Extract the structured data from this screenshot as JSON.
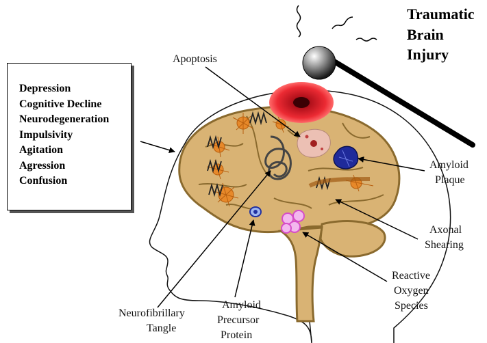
{
  "title": [
    "Traumatic",
    "Brain",
    "Injury"
  ],
  "symptoms": [
    "Depression",
    "Cognitive Decline",
    "Neurodegeneration",
    "Impulsivity",
    "Agitation",
    "Agression",
    "Confusion"
  ],
  "labels": {
    "apoptosis": [
      "Apoptosis"
    ],
    "amyloid_plaque": [
      "Amyloid",
      "Plaque"
    ],
    "axonal_shearing": [
      "Axonal",
      "Shearing"
    ],
    "reactive_oxygen": [
      "Reactive",
      "Oxygen",
      "Species"
    ],
    "app": [
      "Amyloid",
      "Precursor",
      "Protein"
    ],
    "tangle": [
      "Neurofibrillary",
      "Tangle"
    ]
  },
  "colors": {
    "brain": "#d9b374",
    "brain_outline": "#8a6a2e",
    "impact": "#e8242b",
    "neuron": "#e7892a",
    "plaque": "#1f2a9a",
    "ros": "#d64cc8",
    "apoptosis": "#ecc0b4"
  }
}
